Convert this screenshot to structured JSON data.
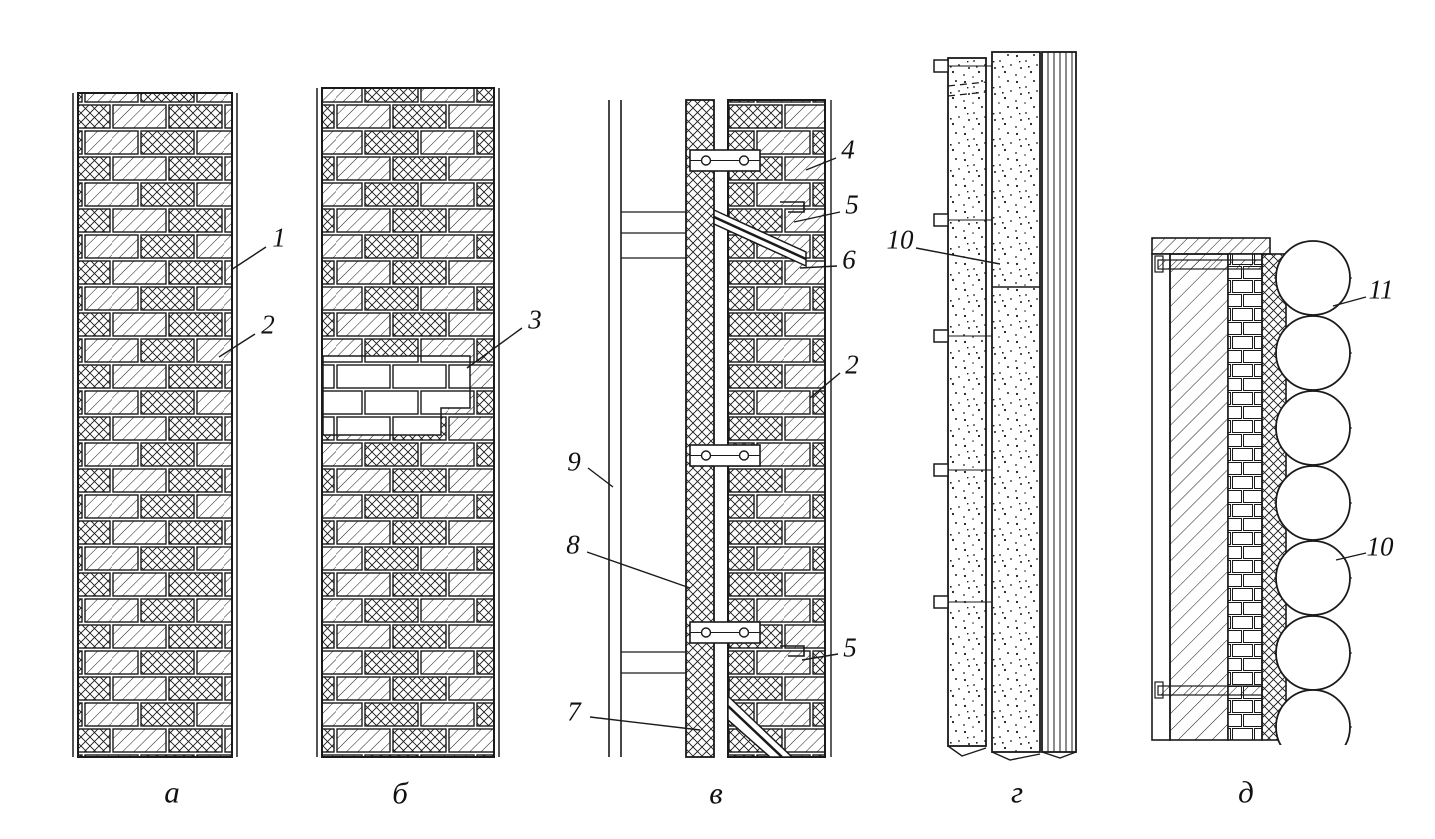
{
  "figure": {
    "type": "technical-diagram",
    "description": "Vertical wall section details (masonry, cavity wall with ties, panel, log wall)",
    "background": "#ffffff",
    "ink": "#1a1a1a"
  },
  "sections": [
    {
      "label": "а"
    },
    {
      "label": "б"
    },
    {
      "label": "в"
    },
    {
      "label": "г"
    },
    {
      "label": "д"
    }
  ],
  "callouts": [
    {
      "ref": "section-a",
      "label": "1"
    },
    {
      "ref": "section-a",
      "label": "2"
    },
    {
      "ref": "section-b",
      "label": "3"
    },
    {
      "ref": "section-v",
      "label": "4"
    },
    {
      "ref": "section-v",
      "label": "5"
    },
    {
      "ref": "section-v",
      "label": "6"
    },
    {
      "ref": "section-v",
      "label": "2"
    },
    {
      "ref": "section-v",
      "label": "9"
    },
    {
      "ref": "section-v",
      "label": "8"
    },
    {
      "ref": "section-v",
      "label": "5"
    },
    {
      "ref": "section-v",
      "label": "7"
    },
    {
      "ref": "section-g",
      "label": "10"
    },
    {
      "ref": "section-d",
      "label": "11"
    },
    {
      "ref": "section-d",
      "label": "10"
    }
  ]
}
